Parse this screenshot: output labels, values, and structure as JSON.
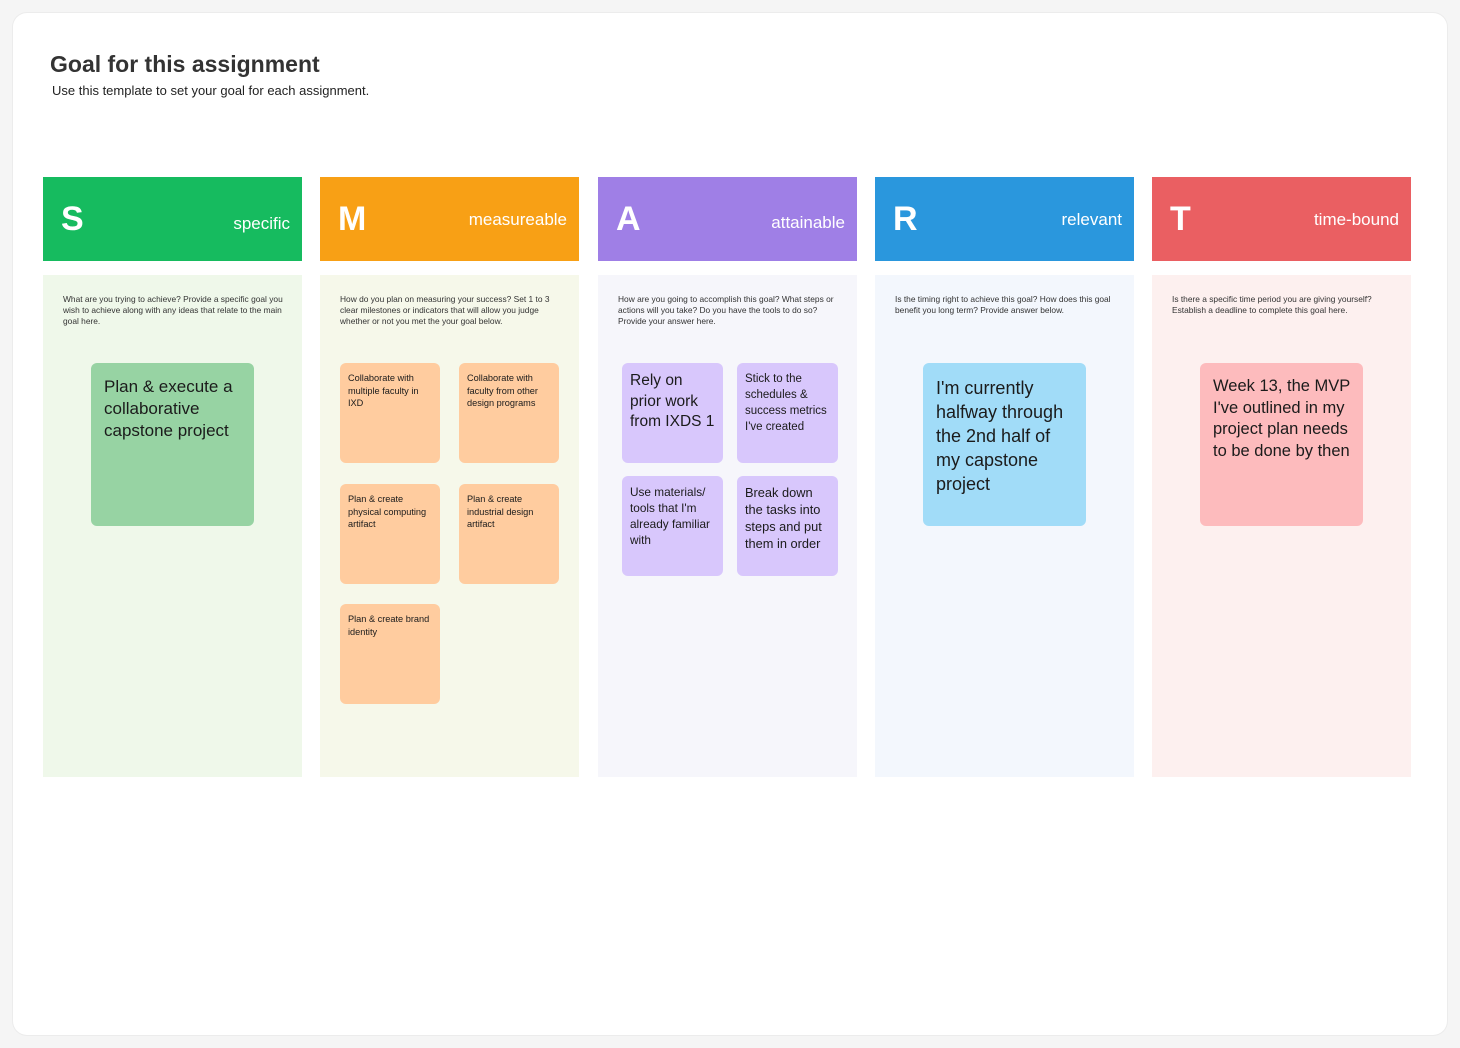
{
  "header": {
    "title": "Goal for this assignment",
    "subtitle": "Use this template to set your goal for each assignment."
  },
  "columns": [
    {
      "letter": "S",
      "word": "specific",
      "prompt": "What are you trying to achieve? Provide a specific goal you wish to achieve along with any ideas that relate to the main goal here.",
      "header_color": "#16bb5f",
      "body_color": "#eff8ea",
      "notes": [
        "Plan & execute a collaborative capstone project"
      ]
    },
    {
      "letter": "M",
      "word": "measureable",
      "prompt": "How do you plan on measuring your success? Set 1 to 3 clear milestones or indicators that will allow you judge whether or not you met the your goal below.",
      "header_color": "#f8a015",
      "body_color": "#f6f8ea",
      "notes": [
        "Collaborate with multiple faculty in IXD",
        "Collaborate with faculty from other design programs",
        "Plan & create physical computing artifact",
        "Plan & create industrial design artifact",
        "Plan & create brand identity"
      ]
    },
    {
      "letter": "A",
      "word": "attainable",
      "prompt": "How are you going to accomplish this goal? What steps or actions will you take? Do you have the tools to do so? Provide your answer here.",
      "header_color": "#9f7fe6",
      "body_color": "#f6f6fb",
      "notes": [
        "Rely on prior work from IXDS 1",
        "Stick to the schedules & success metrics I've created",
        "Use materials/ tools that I'm already familiar with",
        "Break down the tasks into steps and put them in order"
      ]
    },
    {
      "letter": "R",
      "word": "relevant",
      "prompt": "Is the timing right to achieve this goal? How does this goal benefit you long term? Provide answer below.",
      "header_color": "#2a97dd",
      "body_color": "#f3f7fd",
      "notes": [
        "I'm currently halfway through the 2nd half of my capstone project"
      ]
    },
    {
      "letter": "T",
      "word": "time-bound",
      "prompt": "Is there a specific time period you are giving yourself? Establish a deadline to complete this goal here.",
      "header_color": "#ea5f62",
      "body_color": "#fdf0ef",
      "notes": [
        "Week 13, the MVP I've outlined in my project plan needs to be done by then"
      ]
    }
  ],
  "note_colors": {
    "specific": "#97d3a3",
    "measureable": "#ffcc9f",
    "attainable": "#d8c7fc",
    "relevant": "#a1dcf8",
    "time-bound": "#fdbbbd"
  }
}
